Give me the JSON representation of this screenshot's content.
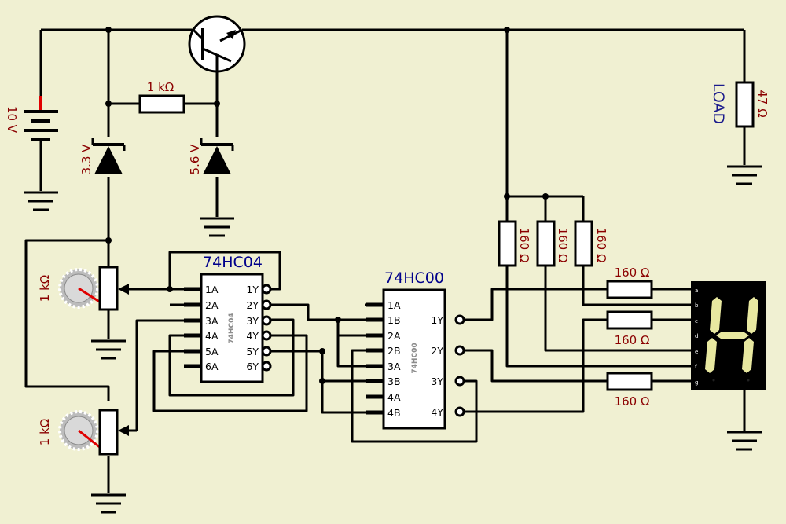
{
  "battery": {
    "label": "10 V"
  },
  "resistor_1k": {
    "label": "1 kΩ"
  },
  "zener_left": {
    "label": "3.3 V"
  },
  "zener_right": {
    "label": "5.6 V"
  },
  "pot_top": {
    "label": "1 kΩ"
  },
  "pot_bottom": {
    "label": "1 kΩ"
  },
  "load": {
    "text": "LOAD",
    "value": "47 Ω"
  },
  "chip_inverter": {
    "name": "74HC04",
    "side_label": "74HC04",
    "left_pins": [
      "1A",
      "2A",
      "3A",
      "4A",
      "5A",
      "6A"
    ],
    "right_pins": [
      "1Y",
      "2Y",
      "3Y",
      "4Y",
      "5Y",
      "6Y"
    ]
  },
  "chip_nand": {
    "name": "74HC00",
    "side_label": "74HC00",
    "left_pins": [
      "1A",
      "1B",
      "2A",
      "2B",
      "3A",
      "3B",
      "4A",
      "4B"
    ],
    "right_pins": [
      "1Y",
      "2Y",
      "3Y",
      "4Y"
    ]
  },
  "vertical_resistors": [
    "160 Ω",
    "160 Ω",
    "160 Ω"
  ],
  "segment_resistors": [
    "160 Ω",
    "160 Ω",
    "160 Ω"
  ],
  "display": {
    "segment_pins": [
      "a",
      "b",
      "c",
      "d",
      "e",
      "f",
      "g"
    ],
    "shown_character": "H",
    "lit_color": "#e8e8a0",
    "body_color": "#000000"
  },
  "colors": {
    "background": "#f0f0d2",
    "label": "#8b0000",
    "chip_name": "#00008b",
    "battery_plus": "#e00000"
  }
}
